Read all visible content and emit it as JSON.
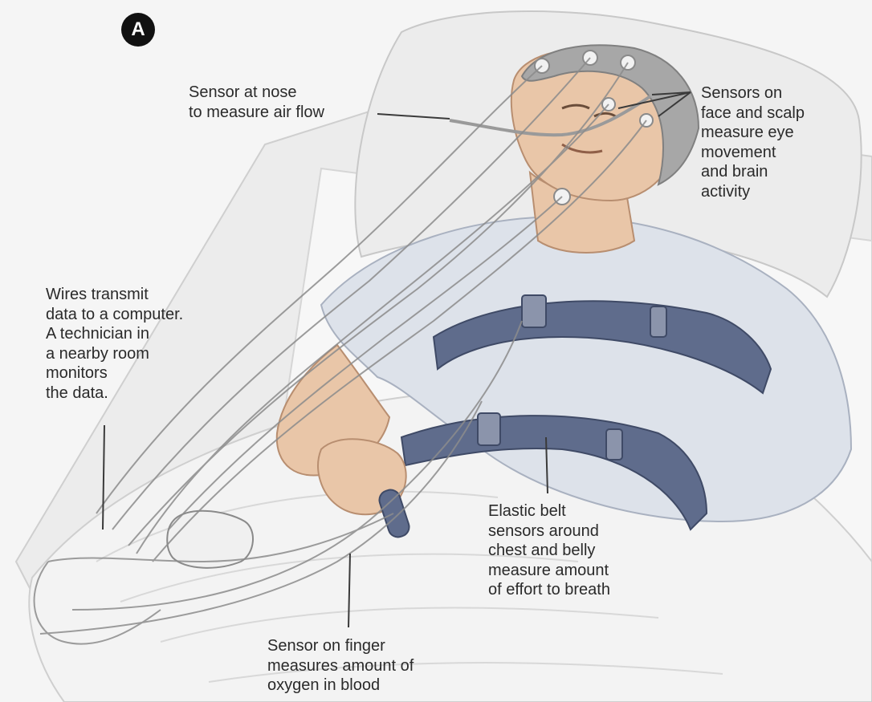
{
  "panel_badge": "A",
  "labels": {
    "nose_sensor": [
      "Sensor at nose",
      "to measure air flow"
    ],
    "face_scalp_sensors": [
      "Sensors on",
      "face and scalp",
      "measure eye",
      "movement",
      "and brain",
      "activity"
    ],
    "wires": [
      "Wires transmit",
      "data to a computer.",
      "A technician in",
      "a nearby room",
      "monitors",
      "the data."
    ],
    "belt_sensors": [
      "Elastic belt",
      "sensors around",
      "chest and belly",
      "measure amount",
      "of effort to breath"
    ],
    "finger_sensor": [
      "Sensor on finger",
      "measures amount of",
      "oxygen in blood"
    ]
  },
  "colors": {
    "background": "#f5f5f5",
    "gown": "#dde2ea",
    "belt": "#5f6c8c",
    "skin": "#e9c6a8",
    "hair": "#a7a7a7",
    "sheet": "#f2f2f2",
    "text": "#2a2a2a"
  }
}
